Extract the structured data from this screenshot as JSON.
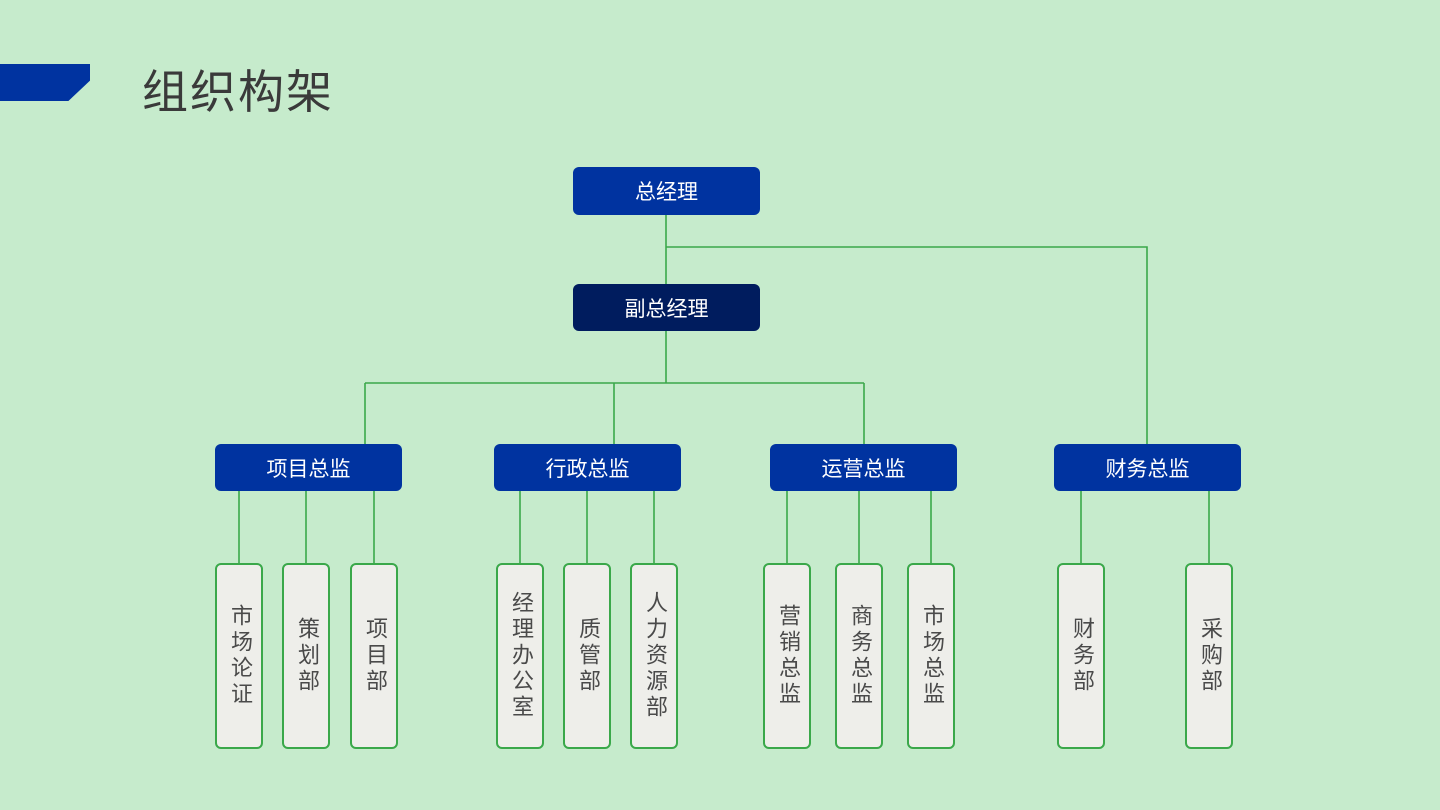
{
  "header": {
    "title": "组织构架"
  },
  "org": {
    "ceo": "总经理",
    "vp": "副总经理",
    "directors": [
      {
        "label": "项目总监",
        "departments": [
          "市场论证",
          "策划部",
          "项目部"
        ]
      },
      {
        "label": "行政总监",
        "departments": [
          "经理办公室",
          "质管部",
          "人力资源部"
        ]
      },
      {
        "label": "运营总监",
        "departments": [
          "营销总监",
          "商务总监",
          "市场总监"
        ]
      },
      {
        "label": "财务总监",
        "departments": [
          "财务部",
          "采购部"
        ]
      }
    ]
  },
  "colors": {
    "background": "#c6ebcc",
    "box_blue": "#0033a0",
    "box_navy": "#001c5e",
    "connector": "#3aa84a",
    "leaf_fill": "#eeeeea"
  }
}
